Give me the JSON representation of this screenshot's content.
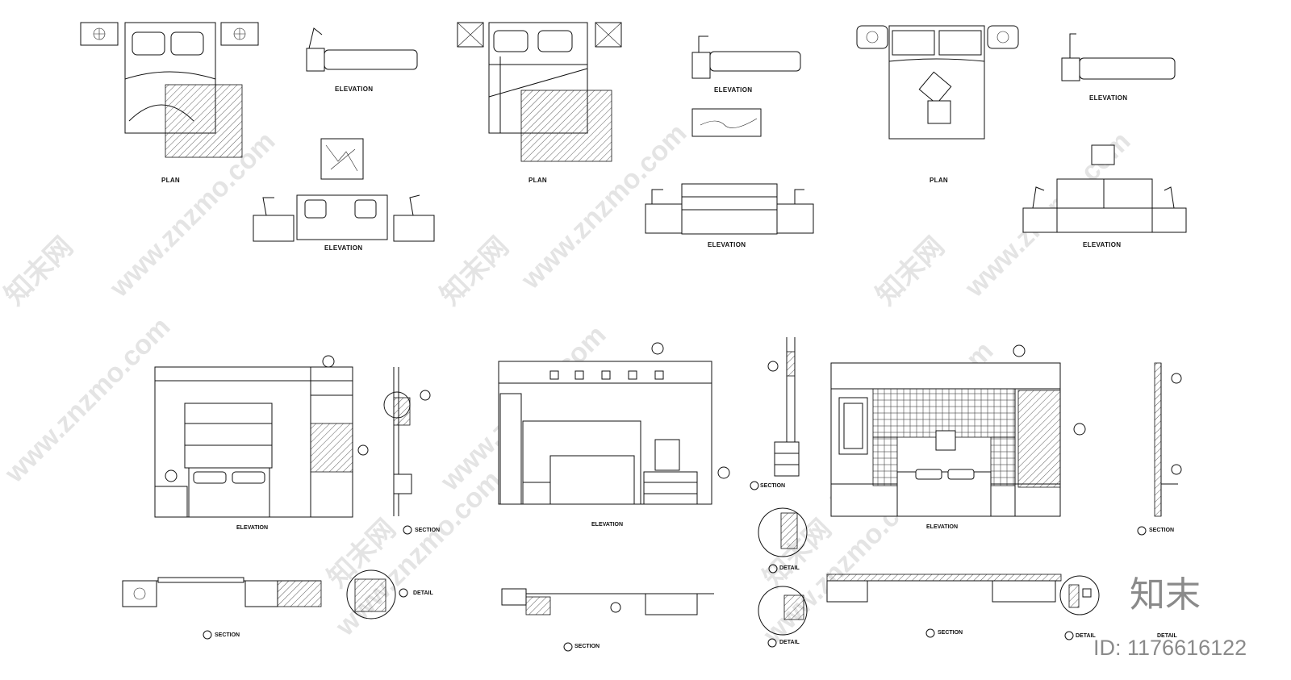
{
  "labels": {
    "plan": "PLAN",
    "elevation": "ELEVATION",
    "section": "SECTION",
    "detail": "DETAIL"
  },
  "watermark": {
    "url": "www.znzmo.com",
    "brand_cn": "知末网",
    "logo": "知末",
    "id_text": "ID: 1176616122"
  },
  "colors": {
    "line": "#111111",
    "watermark": "#cfcfcf",
    "logo": "#8a8a8a"
  }
}
